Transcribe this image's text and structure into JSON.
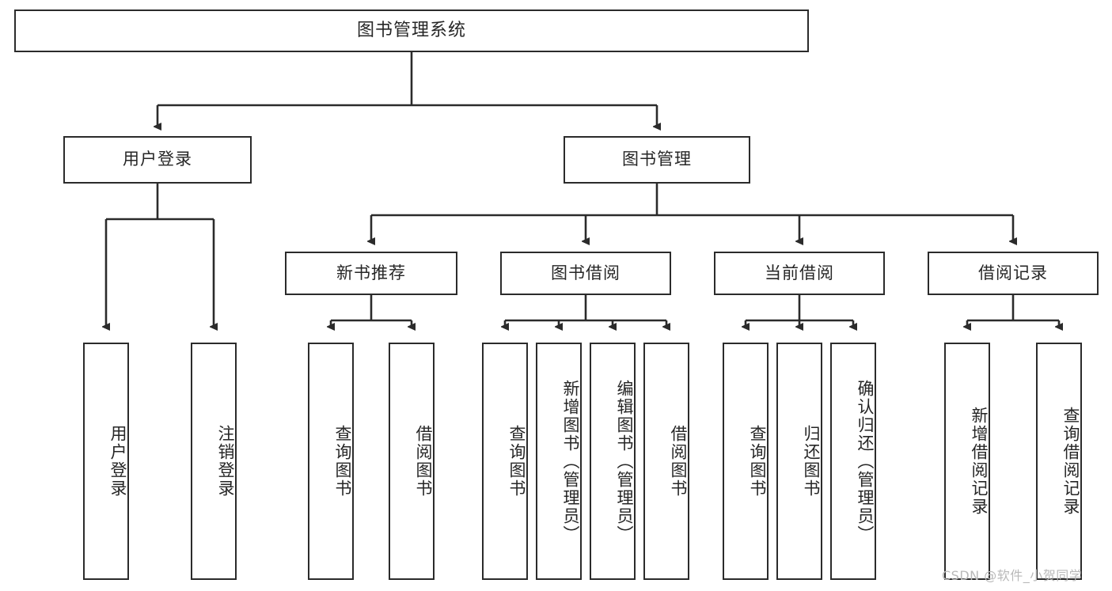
{
  "diagram": {
    "title": "图书管理系统",
    "type": "tree-hierarchy-chart",
    "background_color": "#ffffff",
    "line_color": "#2b2b2b",
    "text_color": "#262626",
    "watermark": "CSDN @软件_小贺同学"
  },
  "nodes": {
    "root": {
      "label": "图书管理系统"
    },
    "level1": [
      {
        "id": "user-login",
        "label": "用户登录"
      },
      {
        "id": "book-manage",
        "label": "图书管理"
      }
    ],
    "level2": [
      {
        "id": "new-book-recommend",
        "label": "新书推荐"
      },
      {
        "id": "book-borrow",
        "label": "图书借阅"
      },
      {
        "id": "current-borrow",
        "label": "当前借阅"
      },
      {
        "id": "borrow-record",
        "label": "借阅记录"
      }
    ],
    "leaves": {
      "user_login": [
        {
          "id": "leaf-user-login",
          "label": "用户登录"
        },
        {
          "id": "leaf-logout-login",
          "label": "注销登录"
        }
      ],
      "new_book_recommend": [
        {
          "id": "leaf-query-book-1",
          "label": "查询图书"
        },
        {
          "id": "leaf-borrow-book-1",
          "label": "借阅图书"
        }
      ],
      "book_borrow": [
        {
          "id": "leaf-query-book-2",
          "label": "查询图书"
        },
        {
          "id": "leaf-add-book",
          "label": "新增图书（管理员）"
        },
        {
          "id": "leaf-edit-book",
          "label": "编辑图书（管理员）"
        },
        {
          "id": "leaf-borrow-book-2",
          "label": "借阅图书"
        }
      ],
      "current_borrow": [
        {
          "id": "leaf-query-book-3",
          "label": "查询图书"
        },
        {
          "id": "leaf-return-book",
          "label": "归还图书"
        },
        {
          "id": "leaf-confirm-return",
          "label": "确认归还（管理员）"
        }
      ],
      "borrow_record": [
        {
          "id": "leaf-add-record",
          "label": "新增借阅记录"
        },
        {
          "id": "leaf-query-record",
          "label": "查询借阅记录"
        }
      ]
    }
  }
}
